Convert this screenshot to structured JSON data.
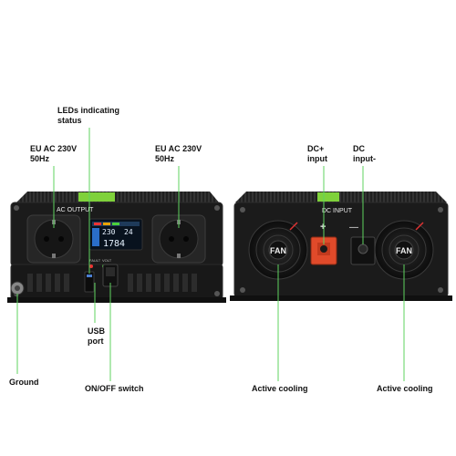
{
  "callouts": {
    "leds": "LEDs indicating\nstatus",
    "eu_ac_left": "EU AC 230V\n50Hz",
    "eu_ac_right": "EU AC 230V\n50Hz",
    "dc_plus": "DC+\ninput",
    "dc_minus": "DC\ninput-",
    "usb": "USB\nport",
    "ground": "Ground",
    "switch": "ON/OFF switch",
    "cooling_left": "Active cooling",
    "cooling_right": "Active cooling"
  },
  "front_panel": {
    "ac_output": "AC OUTPUT",
    "lcd_line1": "230",
    "lcd_line1b": "24",
    "lcd_line2": "1784",
    "fault_label": "FAULT",
    "volt_label": "VOLT"
  },
  "rear_panel": {
    "dc_input": "DC INPUT",
    "plus": "+",
    "minus": "—",
    "fan_left": "FAN",
    "fan_right": "FAN"
  },
  "colors": {
    "accent_green": "#7fd13b",
    "callout_line": "#5fd35f",
    "body_dark": "#1c1c1c",
    "dc_plus_red": "#e04a2a"
  }
}
